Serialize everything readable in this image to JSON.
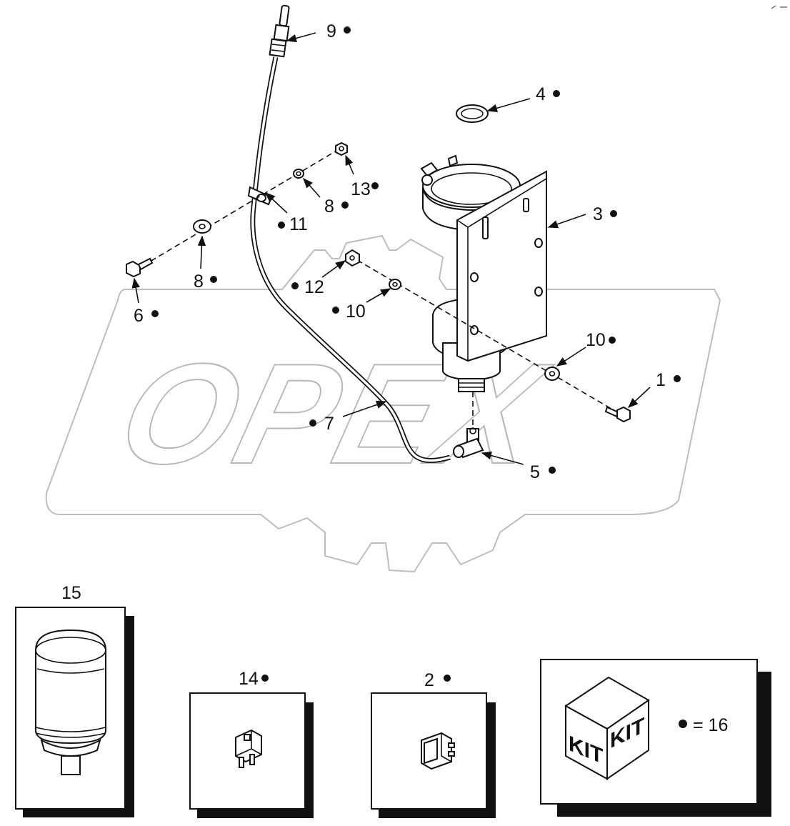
{
  "watermark": {
    "text": "OPEX"
  },
  "callouts": {
    "c1": "1",
    "c2": "2",
    "c3": "3",
    "c4": "4",
    "c5": "5",
    "c6": "6",
    "c7": "7",
    "c8a": "8",
    "c8b": "8",
    "c9": "9",
    "c10a": "10",
    "c10b": "10",
    "c11": "11",
    "c12": "12",
    "c13": "13",
    "c14": "14",
    "c15": "15"
  },
  "kit": {
    "face_left": "KIT",
    "face_right": "KIT",
    "legend": "= 16"
  }
}
